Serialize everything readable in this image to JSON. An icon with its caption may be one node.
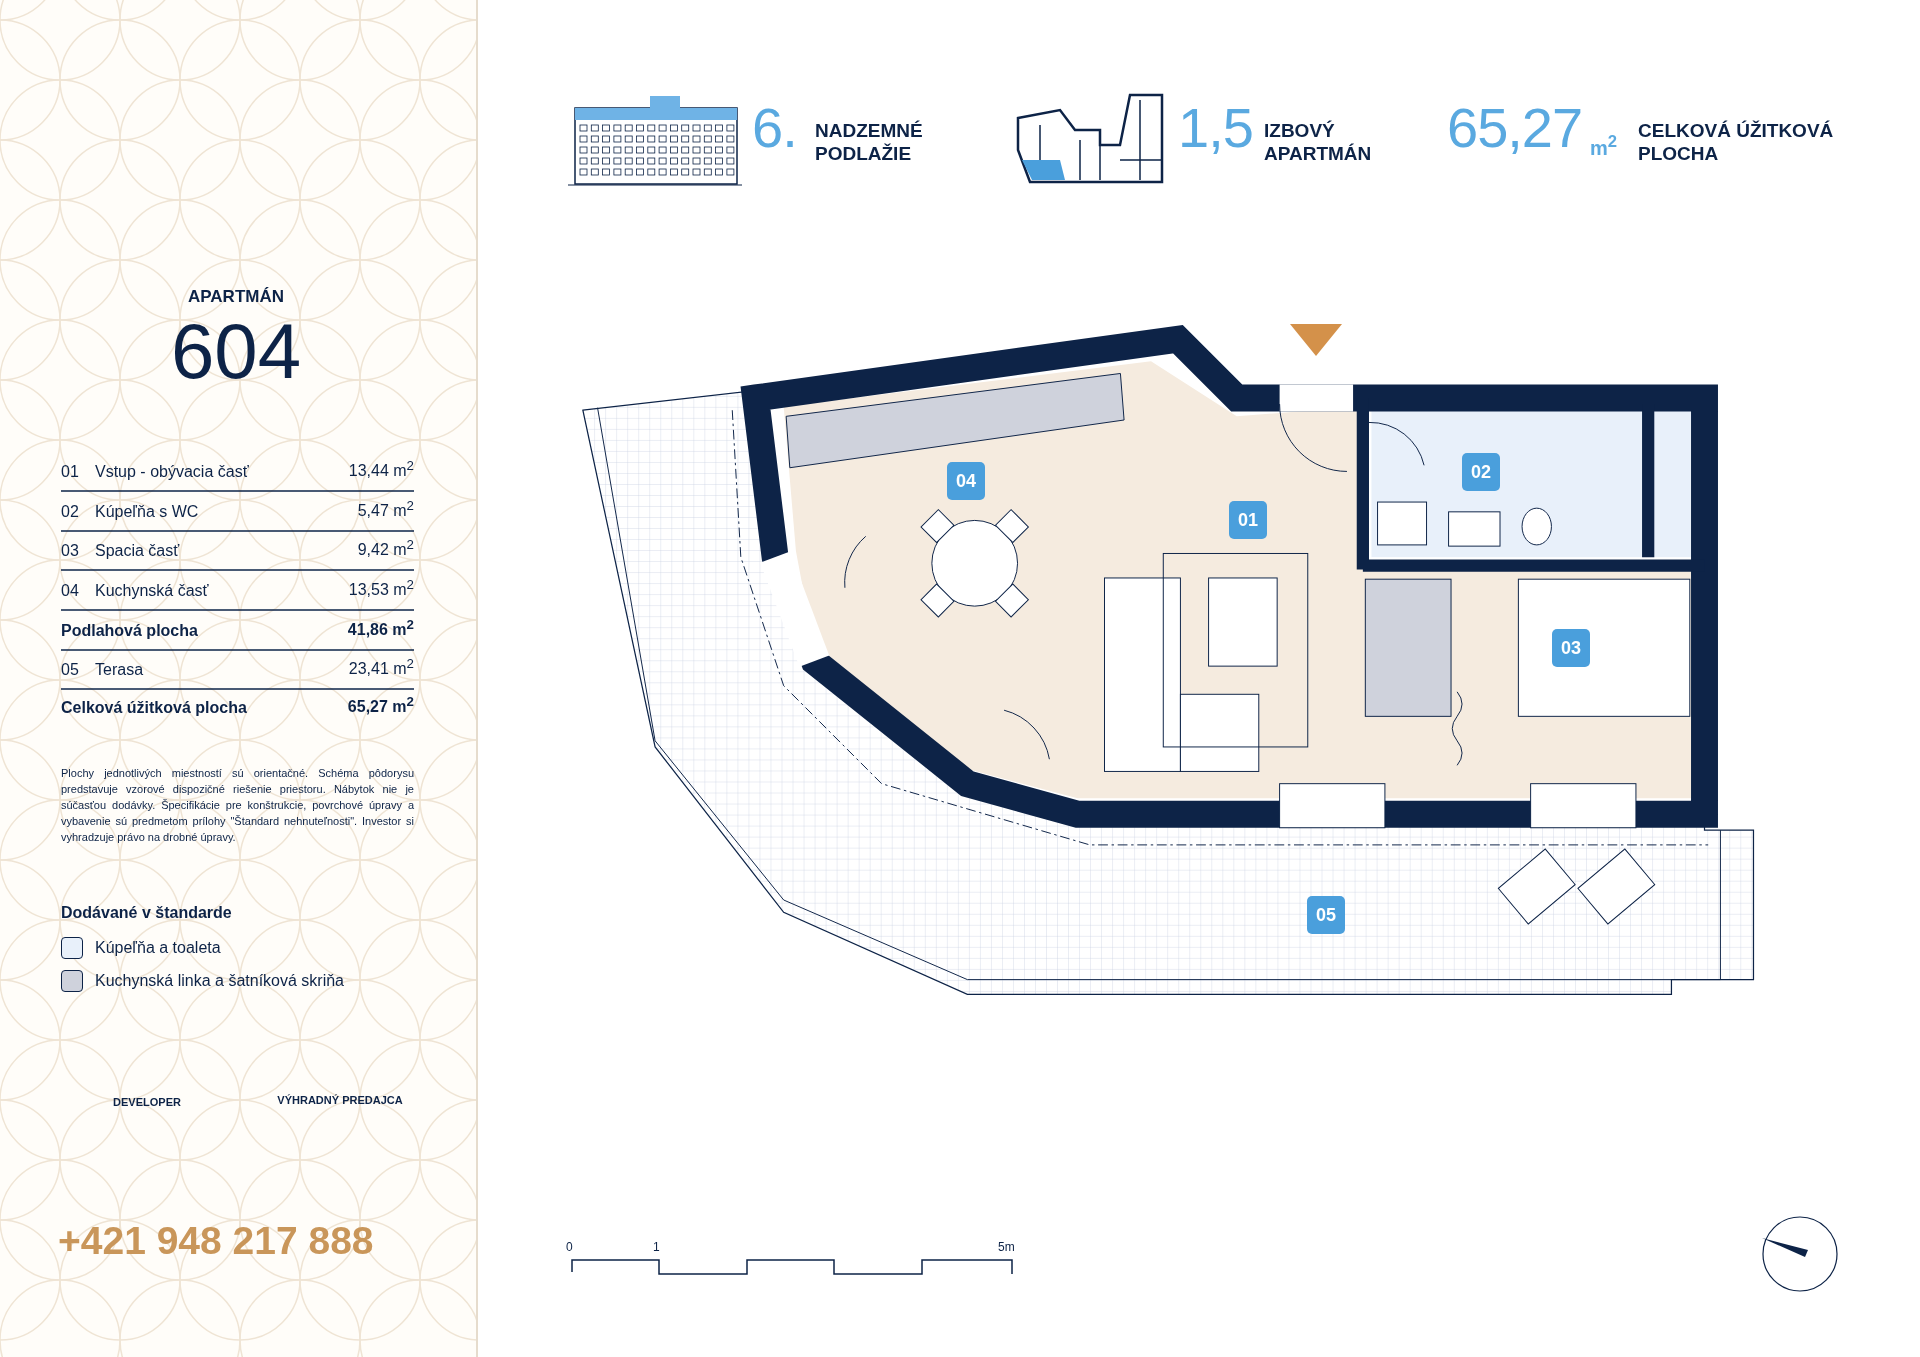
{
  "diagram": {
    "nodes": [
      {
        "text": [
          "04"
        ]
      },
      {
        "text": [
          "01"
        ]
      },
      {
        "text": [
          "02"
        ]
      },
      {
        "text": [
          "03"
        ]
      },
      {
        "text": [
          "05"
        ]
      }
    ],
    "labels": [
      "6.",
      "NADZEMNÉ PODLAŽIE",
      "1,5",
      "IZBOVÝ APARTMÁN",
      "65,27",
      "m$^{2}$",
      "CELKOVÁ ÚŽITKOVÁ PLOCHA",
      "APARTMÁN",
      "604",
      "01",
      "Vstup - obývacia časť",
      "13,44 m$^{2}$",
      "02",
      "Kúpeľňa s WC",
      "5,47 m$^{2}$",
      "03",
      "Spacia časť",
      "9,42 m$^{2}$",
      "04",
      "Kuchynská časť",
      "13,53 m$^{2}$",
      "Podlahová plocha",
      "41,86 m$^{2}$",
      "05",
      "Terasa",
      "23,41 m$^{2}$",
      "Celková úžitková plocha",
      "65,27 m$^{2}$",
      "Plochy jednotlivých miestností sú orientačné. Schéma pôdorysu predstavuje vzorové dispozičné riešenie priestoru. Nábytok nie je súčasťou dodávky. Špecifikácie pre konštrukcie, povrchové úpravy a vybavenie sú predmetom prílohy \"Štandard nehnuteľnosti\". Investor si vyhradzuje právo na drobné úpravy.",
      "Dodávané v štandarde",
      "DEVELOPER",
      "VÝHRADNÝ PREDAJCA",
      "+421 948 217 888",
      "0",
      "1",
      "5m"
    ],
    "legend": [
      {
        "text": "Kúpeľňa a toaleta",
        "color": "#e8f0fa"
      },
      {
        "text": "Kuchynská linka a šatníková skriňa",
        "color": "#cfd2dc"
      }
    ]
  }
}
